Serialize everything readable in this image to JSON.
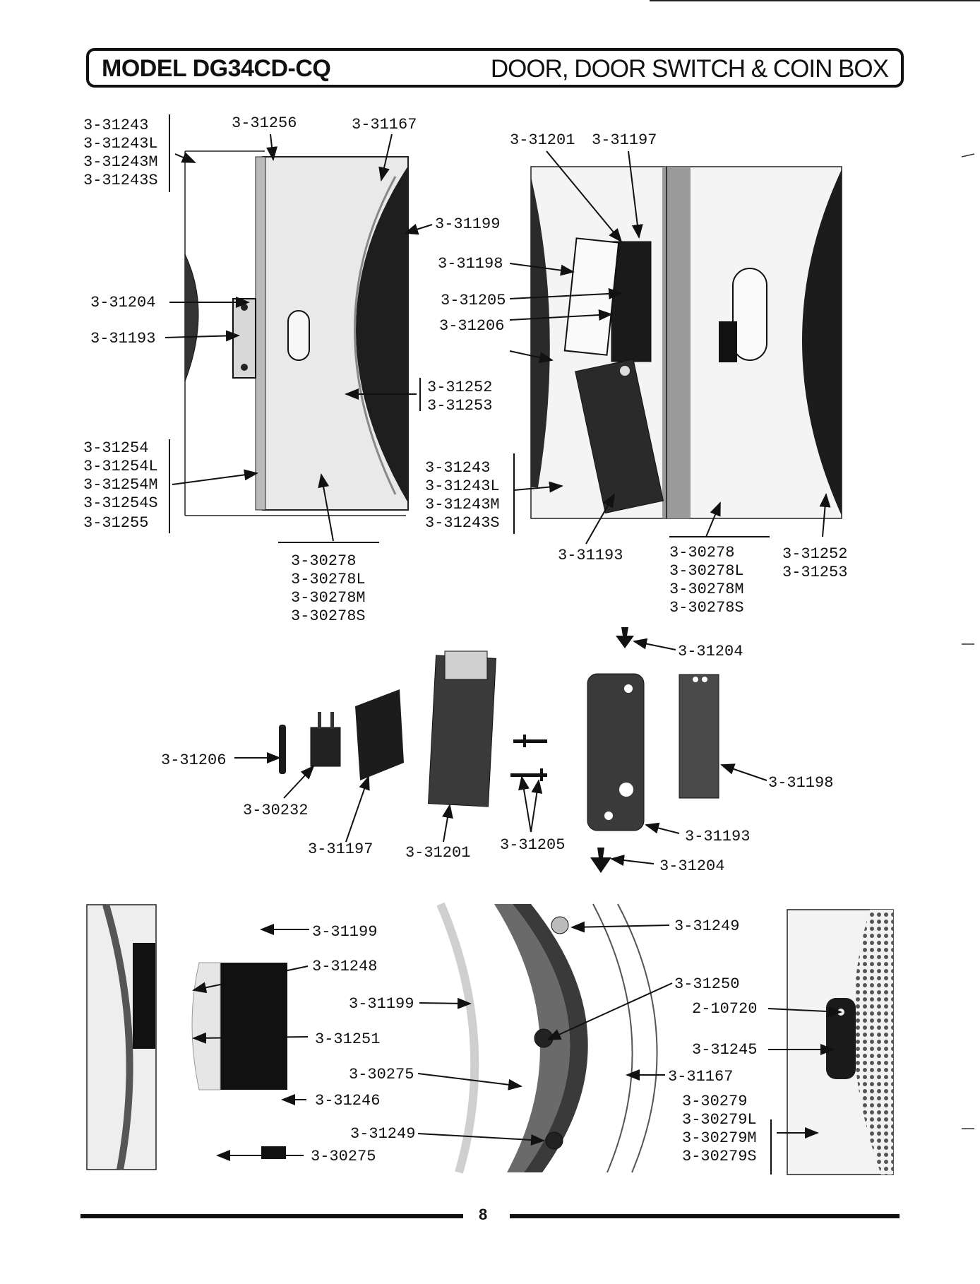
{
  "header": {
    "model": "MODEL DG34CD-CQ",
    "title": "DOOR, DOOR SWITCH & COIN BOX"
  },
  "page_number": "8",
  "labels": [
    "3-31243",
    "3-31243L",
    "3-31243M",
    "3-31243S",
    "3-31256",
    "3-31167",
    "3-31199",
    "3-31198",
    "3-31204",
    "3-31193",
    "3-31252",
    "3-31253",
    "3-31254",
    "3-31254L",
    "3-31254M",
    "3-31254S",
    "3-31255",
    "3-30278",
    "3-30278L",
    "3-30278M",
    "3-30278S",
    "3-31201",
    "3-31197",
    "3-31205",
    "3-31206",
    "3-31243",
    "3-31243L",
    "3-31243M",
    "3-31243S",
    "3-31193",
    "3-30278",
    "3-30278L",
    "3-30278M",
    "3-30278S",
    "3-31252",
    "3-31253",
    "3-31204",
    "3-31206",
    "3-30232",
    "3-31197",
    "3-31201",
    "3-31205",
    "3-31198",
    "3-31193",
    "3-31204",
    "3-31199",
    "3-31248",
    "3-31251",
    "3-31246",
    "3-30275",
    "3-31199",
    "3-30275",
    "3-31249",
    "3-31249",
    "3-31250",
    "3-31167",
    "2-10720",
    "3-31245",
    "3-30279",
    "3-30279L",
    "3-30279M",
    "3-30279S"
  ]
}
